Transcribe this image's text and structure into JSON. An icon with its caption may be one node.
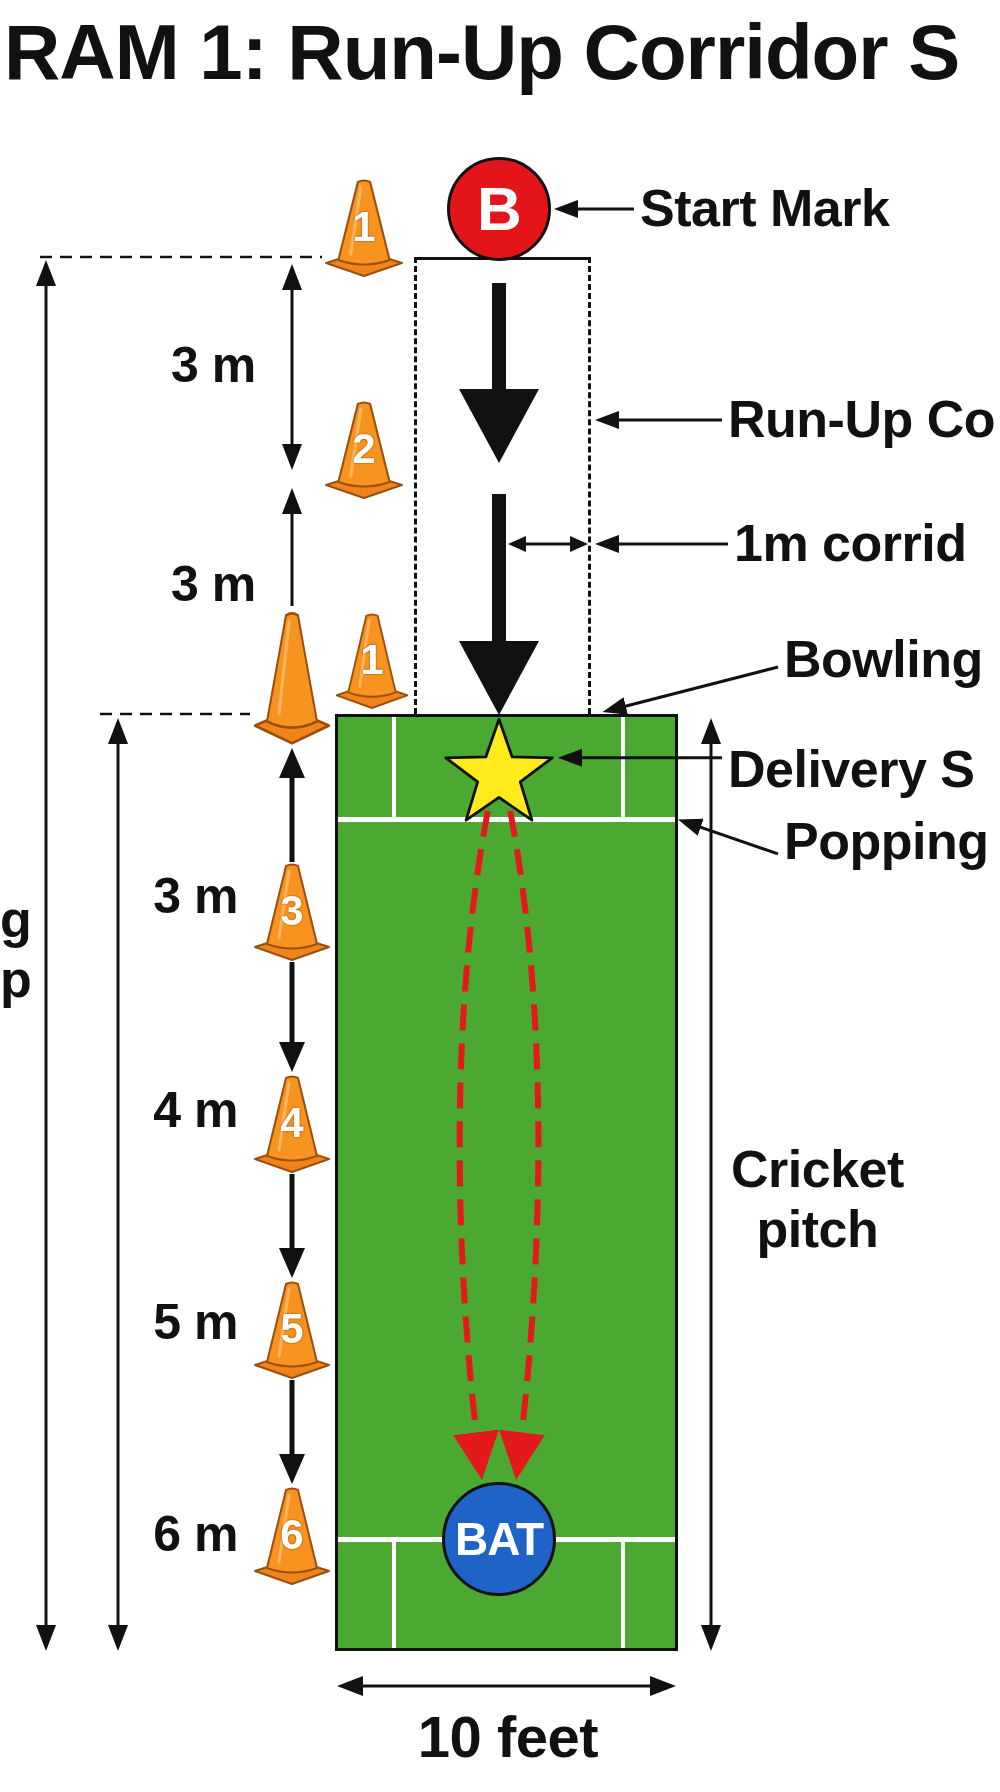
{
  "diagram": {
    "title": "RAM 1: Run-Up Corridor S",
    "nodes": [
      {
        "text": [
          "B"
        ]
      },
      {
        "text": [
          "Start Mark"
        ]
      },
      {
        "text": [],
        "shape": "box"
      },
      {
        "text": [
          "Run-Up Co"
        ]
      },
      {
        "text": [
          "1m corrid"
        ]
      },
      {
        "text": [
          "Bowling"
        ]
      },
      {
        "text": [
          "Delivery S"
        ]
      },
      {
        "text": [
          "Popping"
        ]
      },
      {
        "text": [],
        "shape": "box",
        "beside": [
          "Cricket pitch"
        ]
      },
      {
        "text": [],
        "shape": "line",
        "in": 8
      },
      {
        "text": [],
        "shape": "star",
        "in": 8
      },
      {
        "text": [
          "BAT"
        ],
        "in": 8
      },
      {
        "text": [
          "1"
        ]
      },
      {
        "text": [
          "2"
        ]
      },
      {
        "text": [],
        "shape": "cone"
      },
      {
        "text": [
          "1"
        ]
      },
      {
        "text": [
          "3"
        ],
        "beside": [
          "3 m"
        ]
      },
      {
        "text": [
          "4"
        ],
        "beside": [
          "4 m"
        ]
      },
      {
        "text": [
          "5"
        ],
        "beside": [
          "5 m"
        ]
      },
      {
        "text": [
          "6"
        ],
        "beside": [
          "6 m"
        ]
      }
    ],
    "edges": [
      {
        "from": 1,
        "to": 0,
        "arrow": "to"
      },
      {
        "from": 3,
        "to": 2,
        "arrow": "to"
      },
      {
        "from": 4,
        "to": 2,
        "arrow": "to"
      },
      {
        "from": 5,
        "to": 8,
        "arrow": "to"
      },
      {
        "from": 6,
        "to": 10,
        "arrow": "to"
      },
      {
        "from": 7,
        "to": 9,
        "arrow": "to"
      },
      {
        "from": 10,
        "to": 11,
        "arrow": "to",
        "style": "dashed",
        "color": "#e3191c"
      },
      {
        "from": 10,
        "to": 11,
        "arrow": "to",
        "style": "dashed",
        "color": "#e3191c"
      },
      {
        "from": 16,
        "to": 14,
        "arrow": "to"
      },
      {
        "from": 16,
        "to": 17,
        "arrow": "to"
      },
      {
        "from": 17,
        "to": 18,
        "arrow": "to"
      },
      {
        "from": 18,
        "to": 19,
        "arrow": "to"
      }
    ],
    "labels": [
      "3 m",
      "3 m",
      "g p",
      "10 feet"
    ]
  }
}
